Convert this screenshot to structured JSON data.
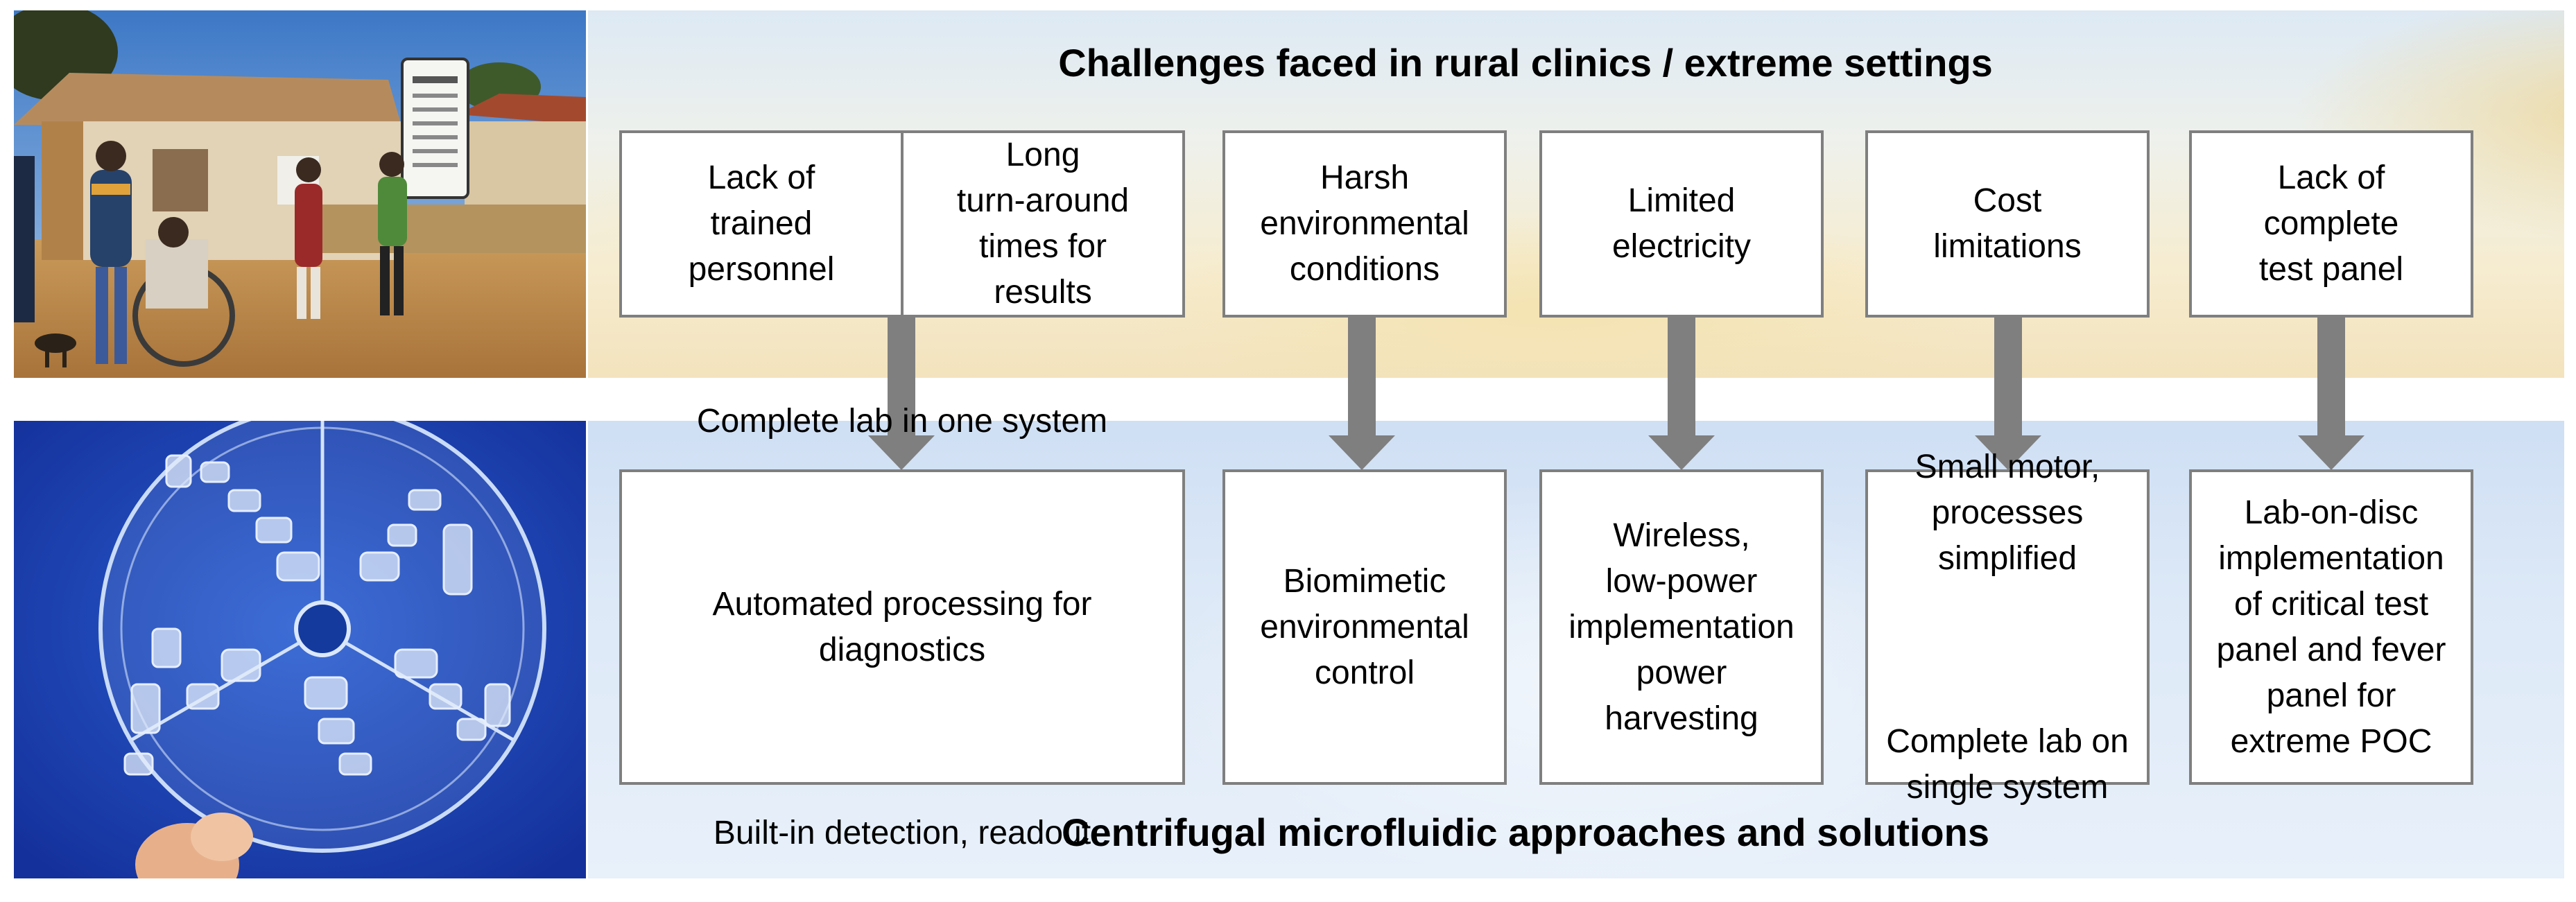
{
  "titles": {
    "challenges": "Challenges faced in rural clinics / extreme settings",
    "solutions": "Centrifugal microfluidic approaches and solutions"
  },
  "challenges": [
    {
      "label": "Lack of\ntrained\npersonnel"
    },
    {
      "label": "Long\nturn-around\ntimes for\nresults"
    },
    {
      "label": "Harsh\nenvironmental\nconditions"
    },
    {
      "label": "Limited\nelectricity"
    },
    {
      "label": "Cost\nlimitations"
    },
    {
      "label": "Lack of\ncomplete\ntest panel"
    }
  ],
  "solutions": [
    {
      "lines": [
        "Complete lab in one system",
        "",
        "Automated processing for\ndiagnostics",
        "",
        "Built-in detection, readout"
      ]
    },
    {
      "lines": [
        "Biomimetic\nenvironmental\ncontrol"
      ]
    },
    {
      "lines": [
        "Wireless,\nlow-power\nimplementation\npower\nharvesting"
      ]
    },
    {
      "lines": [
        "Small motor,\nprocesses\nsimplified",
        "",
        "Complete lab on\nsingle system"
      ]
    },
    {
      "lines": [
        "Lab-on-disc\nimplementation\nof critical test\npanel and fever\npanel for\nextreme POC"
      ]
    }
  ],
  "colors": {
    "box_border": "#7f7f7f",
    "arrow": "#7f7f7f",
    "disc_background": "#1f49b5"
  },
  "images": {
    "top_photo": "rural clinic photo",
    "bottom_photo": "microfluidic disc photo"
  }
}
